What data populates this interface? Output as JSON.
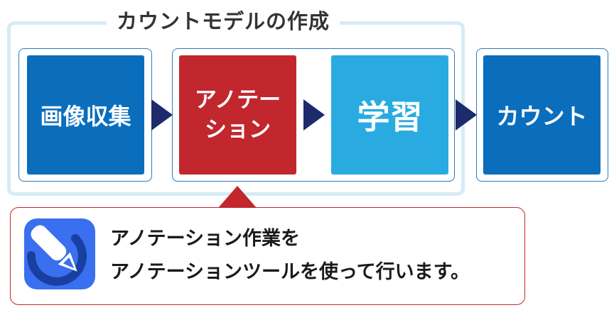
{
  "group": {
    "title": "カウントモデルの作成"
  },
  "steps": [
    {
      "label": "画像収集",
      "color": "#0a6ebd"
    },
    {
      "label_line1": "アノテー",
      "label_line2": "ション",
      "color": "#c1272d"
    },
    {
      "label": "学習",
      "color": "#29abe2"
    },
    {
      "label": "カウント",
      "color": "#0a6ebd"
    }
  ],
  "callout": {
    "icon": "annotation-pen-icon",
    "line1": "アノテーション作業を",
    "line2": "アノテーションツールを使って行います。"
  }
}
